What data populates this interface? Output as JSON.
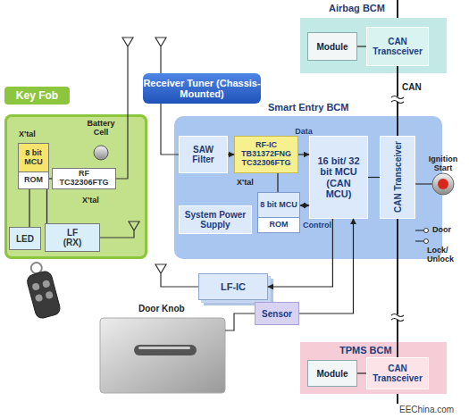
{
  "diagram": {
    "nodes": [
      {
        "text": [
          "Airbag BCM"
        ]
      },
      {
        "text": [
          "Module"
        ],
        "in": 0
      },
      {
        "text": [
          "CAN Transceiver"
        ],
        "in": 0
      },
      {
        "text": [
          "Key Fob"
        ]
      },
      {
        "text": [
          "Receiver Tuner (Chassis-Mounted)"
        ]
      },
      {
        "text": [
          "Smart Entry BCM"
        ]
      },
      {
        "text": [
          "8 bit MCU",
          "ROM"
        ],
        "in": 3
      },
      {
        "text": [
          "RF TC32306FTG"
        ],
        "in": 3
      },
      {
        "text": [
          "LED"
        ],
        "in": 3
      },
      {
        "text": [
          "LF (RX)"
        ],
        "in": 3
      },
      {
        "text": [
          "SAW Filter"
        ],
        "in": 5
      },
      {
        "text": [
          "RF-IC TB31372FNG TC32306FTG"
        ],
        "in": 5
      },
      {
        "text": [
          "16 bit/ 32 bit MCU (CAN MCU)"
        ],
        "in": 5
      },
      {
        "text": [
          "CAN Transceiver"
        ],
        "in": 5
      },
      {
        "text": [
          "System Power Supply"
        ],
        "in": 5
      },
      {
        "text": [
          "8 bit MCU",
          "ROM"
        ],
        "in": 5
      },
      {
        "text": [
          "LF-IC"
        ]
      },
      {
        "text": [
          "Sensor"
        ]
      },
      {
        "text": [
          "TPMS BCM"
        ]
      },
      {
        "text": [
          "Module"
        ],
        "in": 18
      },
      {
        "text": [
          "CAN Transceiver"
        ],
        "in": 18
      }
    ],
    "edges": [
      {
        "from": 1,
        "to": 2,
        "arrow": "none"
      },
      {
        "from": 2,
        "to": 13,
        "arrow": "none"
      },
      {
        "from": 6,
        "to": 7,
        "arrow": "none"
      },
      {
        "from": 6,
        "to": 8,
        "arrow": "none"
      },
      {
        "from": 6,
        "to": 9,
        "arrow": "none"
      },
      {
        "from": 10,
        "to": 11,
        "arrow": "to"
      },
      {
        "from": 11,
        "to": 12,
        "label": "Data",
        "arrow": "to"
      },
      {
        "from": 11,
        "to": 15,
        "arrow": "none"
      },
      {
        "from": 15,
        "to": 12,
        "label": "Control",
        "arrow": "both"
      },
      {
        "from": 12,
        "to": 13,
        "arrow": "none"
      },
      {
        "from": 12,
        "to": 16,
        "arrow": "to"
      },
      {
        "from": 17,
        "to": 12,
        "arrow": "to"
      },
      {
        "from": 13,
        "to": 20,
        "arrow": "none"
      },
      {
        "from": 19,
        "to": 20,
        "arrow": "none"
      }
    ],
    "labels": [
      "X'tal",
      "Battery Cell",
      "X'tal",
      "X'tal",
      "CAN",
      "Ignition Start",
      "Door",
      "Lock/ Unlock",
      "Door Knob",
      "EEChina.com"
    ]
  }
}
